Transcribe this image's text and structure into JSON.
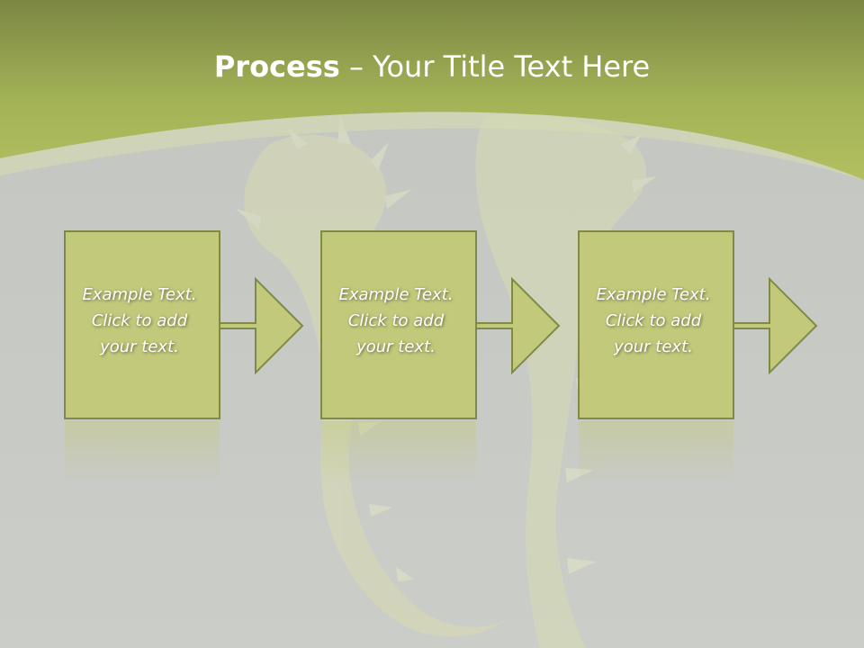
{
  "slide": {
    "title_strong": "Process",
    "title_rest": " – Your Title Text Here",
    "background_image": "seahorse-photo",
    "colors": {
      "header": "#a3b258",
      "box_fill": "#c3c97b",
      "box_border": "#7e8a45",
      "background": "#c5c8c4"
    },
    "steps": [
      {
        "line1": "Example Text.",
        "line2": "Click  to add",
        "line3": "your text."
      },
      {
        "line1": "Example Text.",
        "line2": "Click  to add",
        "line3": "your text."
      },
      {
        "line1": "Example Text.",
        "line2": "Click  to add",
        "line3": "your text."
      }
    ]
  }
}
